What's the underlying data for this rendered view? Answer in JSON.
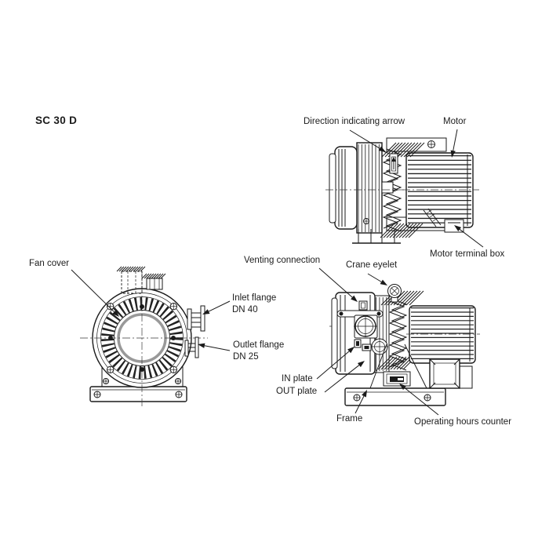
{
  "page": {
    "model": "SC 30 D"
  },
  "callouts": {
    "fan_cover": "Fan cover",
    "direction_indicating_arrow": "Direction indicating arrow",
    "motor": "Motor",
    "motor_terminal_box": "Motor terminal box",
    "venting_connection": "Venting connection",
    "crane_eyelet": "Crane eyelet",
    "inlet_flange": {
      "line1": "Inlet flange",
      "line2": "DN 40"
    },
    "outlet_flange": {
      "line1": "Outlet flange",
      "line2": "DN 25"
    },
    "in_plate": "IN plate",
    "out_plate": "OUT plate",
    "frame": "Frame",
    "operating_hours_counter": "Operating hours counter"
  },
  "colors": {
    "line": "#1a1a1a",
    "inner_ring_gray": "#999999",
    "background": "#ffffff"
  }
}
